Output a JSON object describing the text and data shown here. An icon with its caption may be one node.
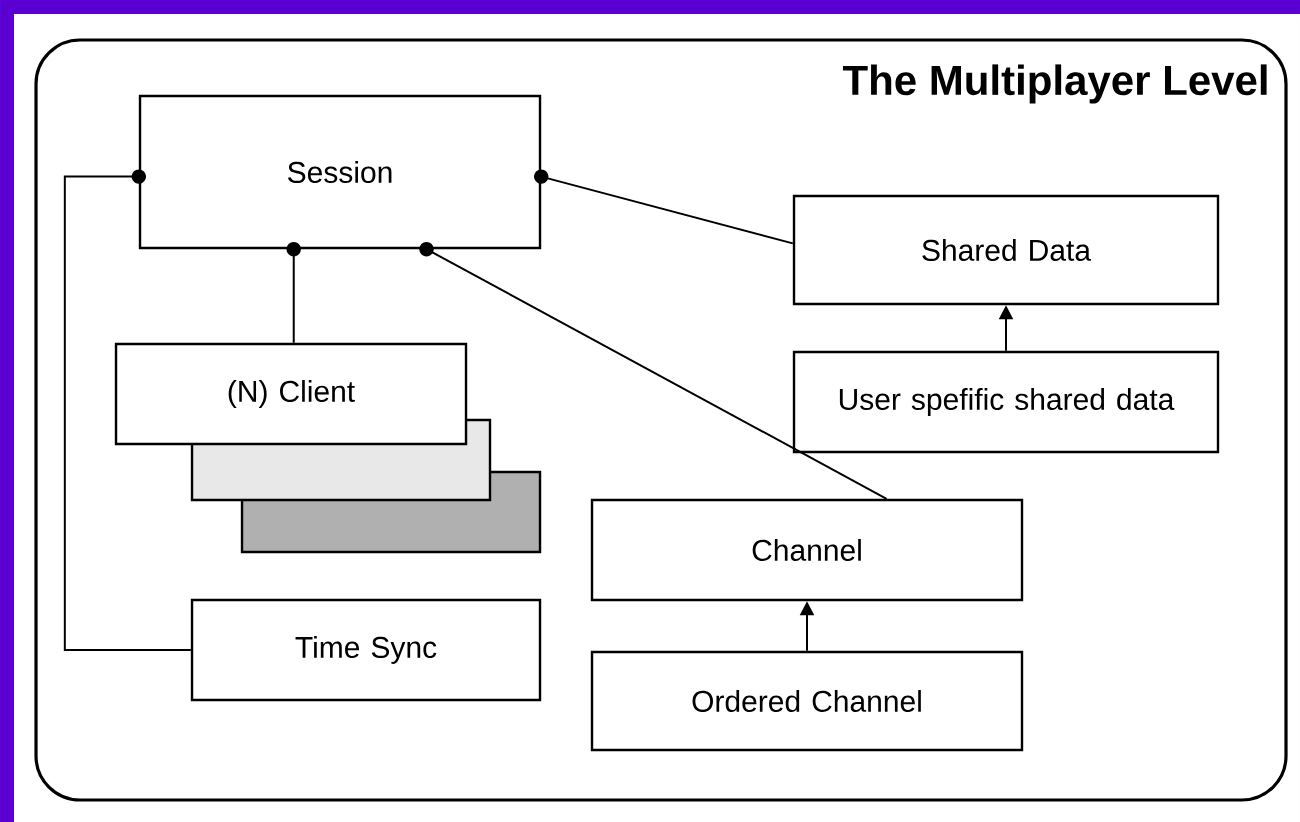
{
  "diagram": {
    "nodes": [
      {
        "text": [
          "The Multiplayer Level"
        ]
      },
      {
        "text": [
          "Session"
        ],
        "in": 0
      },
      {
        "text": [
          "(N) Client"
        ],
        "in": 0
      },
      {
        "text": [],
        "shape": "box",
        "in": 0
      },
      {
        "text": [],
        "shape": "box",
        "in": 0
      },
      {
        "text": [
          "Shared Data"
        ],
        "in": 0
      },
      {
        "text": [
          "User spefific shared data"
        ],
        "in": 0
      },
      {
        "text": [
          "Channel"
        ],
        "in": 0
      },
      {
        "text": [
          "Ordered Channel"
        ],
        "in": 0
      },
      {
        "text": [
          "Time Sync"
        ],
        "in": 0
      }
    ],
    "edges": [
      {
        "from": 1,
        "to": 2,
        "arrow": "other"
      },
      {
        "from": 1,
        "to": 5,
        "arrow": "other"
      },
      {
        "from": 1,
        "to": 7,
        "arrow": "other"
      },
      {
        "from": 1,
        "to": 9,
        "arrow": "other"
      },
      {
        "from": 6,
        "to": 5,
        "arrow": "to"
      },
      {
        "from": 8,
        "to": 7,
        "arrow": "to"
      }
    ]
  }
}
